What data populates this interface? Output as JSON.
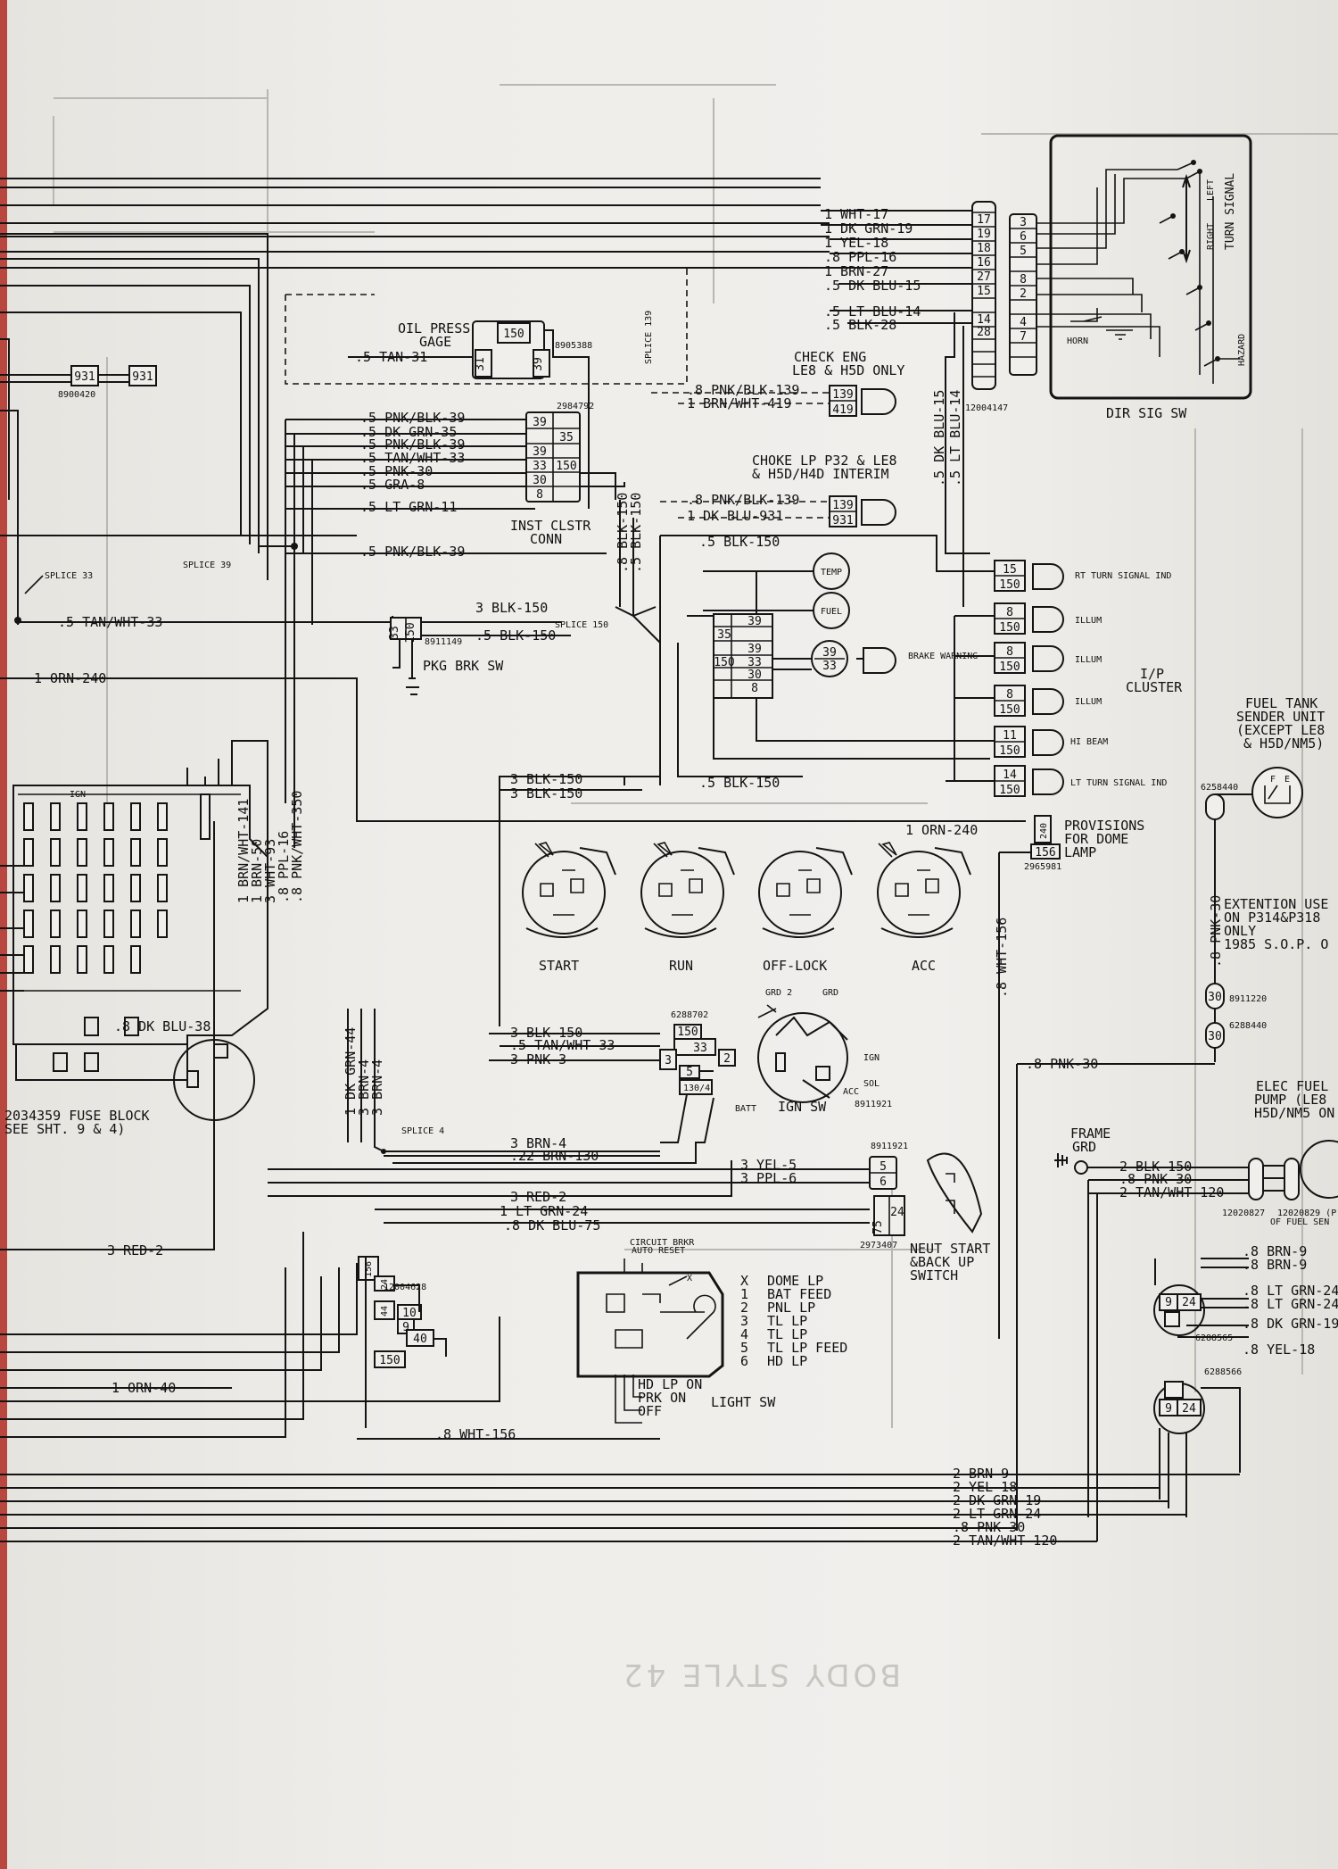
{
  "wires_top": [
    "1 WHT-17",
    "1 DK GRN-19",
    "1 YEL-18",
    ".8 PPL-16",
    "1 BRN-27",
    ".5 DK BLU-15",
    ".5 LT BLU-14",
    ".5 BLK-28"
  ],
  "dir_sig": {
    "title": "DIR SIG SW",
    "turn_signal": "TURN SIGNAL",
    "left": "LEFT",
    "right": "RIGHT",
    "hazard": "HAZARD",
    "horn": "HORN",
    "connector_id": "12004147"
  },
  "dir_sig_pins_left": [
    "17",
    "19",
    "18",
    "16",
    "27",
    "15",
    "14",
    "28"
  ],
  "dir_sig_pins_right": [
    "3",
    "6",
    "5",
    "8",
    "2",
    "4",
    "7"
  ],
  "oil_press": {
    "label_1": "OIL PRESS",
    "label_2": "GAGE",
    "pin_a": "150",
    "pin_b": "31",
    "pin_c": "39",
    "part": "8905388",
    "wire": ".5 TAN-31"
  },
  "splice_139": "SPLICE 139",
  "check_eng": {
    "label_1": "CHECK ENG",
    "label_2": "LE8 & H5D ONLY",
    "wire_a": ".8 PNK/BLK-139",
    "wire_b": "1 BRN/WHT-419",
    "pin_a": "139",
    "pin_b": "419"
  },
  "choke": {
    "label_1": "CHOKE LP P32 & LE8",
    "label_2": "& H5D/H4D INTERIM",
    "wire_a": ".8 PNK/BLK-139",
    "wire_b": "1 DK BLU-931",
    "pin_a": "139",
    "pin_b": "931"
  },
  "left_conn": {
    "a": "931",
    "b": "931",
    "part": "8900420"
  },
  "inst_clstr": {
    "label_1": "INST CLSTR",
    "label_2": "CONN",
    "part": "2984792",
    "wires": [
      ".5 PNK/BLK-39",
      ".5 DK GRN-35",
      ".5 PNK/BLK-39",
      ".5 TAN/WHT-33",
      ".5 PNK-30",
      ".5 GRA-8",
      ".5 LT GRN-11",
      ".5 PNK/BLK-39"
    ],
    "pins_left": [
      "39",
      "",
      "39",
      "33",
      "30",
      "8"
    ],
    "pins_right": [
      "",
      "35",
      "",
      "150",
      "",
      ""
    ]
  },
  "splice_39": "SPLICE 39",
  "splice_33": "SPLICE 33",
  "splice_150": "SPLICE 150",
  "splice_4": "SPLICE 4",
  "tan_wht_wire": ".5 TAN/WHT-33",
  "orn_240_wire": "1 ORN-240",
  "pkg_brk": {
    "label": "PKG BRK SW",
    "part": "8911149",
    "pin_a": "33",
    "pin_b": "150"
  },
  "blk_wires": [
    "3 BLK-150",
    ".5 BLK-150",
    ".5 BLK-150",
    ".5 BLK-150",
    "3 BLK-150",
    "3 BLK-150"
  ],
  "vert_wires": [
    ".8 BLK-150",
    ".5 BLK-150",
    ".5 DK BLU-15",
    ".5 LT BLU-14"
  ],
  "gauges": {
    "temp": "TEMP",
    "fuel": "FUEL",
    "brake": "BRAKE WARNING",
    "cluster_pins": [
      "39",
      "35",
      "39",
      "150",
      "33",
      "30",
      "8"
    ],
    "brake_pins": [
      "39",
      "33"
    ]
  },
  "ip_cluster": {
    "label_1": "I/P",
    "label_2": "CLUSTER"
  },
  "indicators": [
    {
      "pin_top": "15",
      "pin_bot": "150",
      "label": "RT TURN SIGNAL IND"
    },
    {
      "pin_top": "8",
      "pin_bot": "150",
      "label": "ILLUM"
    },
    {
      "pin_top": "8",
      "pin_bot": "150",
      "label": "ILLUM"
    },
    {
      "pin_top": "8",
      "pin_bot": "150",
      "label": "ILLUM"
    },
    {
      "pin_top": "11",
      "pin_bot": "150",
      "label": "HI BEAM"
    },
    {
      "pin_top": "14",
      "pin_bot": "150",
      "label": "LT TURN SIGNAL IND"
    }
  ],
  "fuel_tank": {
    "label_1": "FUEL TANK",
    "label_2": "SENDER UNIT",
    "label_3": "(EXCEPT LE8",
    "label_4": "& H5D/NM5)",
    "part": "6258440",
    "f": "F",
    "e": "E"
  },
  "dome": {
    "label_1": "PROVISIONS",
    "label_2": "FOR DOME",
    "label_3": "LAMP",
    "pin_a": "240",
    "pin_b": "156",
    "part": "2965981"
  },
  "extention": {
    "label_1": "EXTENTION USE",
    "label_2": "ON P314&P318",
    "label_3": "ONLY",
    "label_4": "1985 S.O.P. O",
    "wire": ".8 PNK-30",
    "pin": "30",
    "part_a": "8911220",
    "part_b": "6288440"
  },
  "fuse_block": {
    "ign": "IGN",
    "label_1": "2034359 FUSE BLOCK",
    "label_2": "SEE SHT. 9 & 4)",
    "wires": [
      "1 BRN/WHT-141",
      "1 BRN-50",
      "3 WHT-93",
      ".8 PPL-16",
      ".8 PNK/WHT-350"
    ],
    "dk_blu": ".8 DK BLU-38"
  },
  "ign_positions": [
    "START",
    "RUN",
    "OFF-LOCK",
    "ACC"
  ],
  "ign_sw": {
    "label": "IGN SW",
    "part_a": "6288702",
    "part_b": "8911921",
    "grd2": "GRD 2",
    "grd": "GRD",
    "ign": "IGN",
    "sol": "SOL",
    "acc": "ACC",
    "batt": "BATT",
    "pins": [
      "150",
      "33",
      "3",
      "2",
      "5",
      "130/4"
    ]
  },
  "ign_wires": [
    "3 BLK-150",
    ".5 TAN/WHT-33",
    "3 PNK-3"
  ],
  "left_vert": [
    "1 DK GRN-44",
    "3 BRN-4",
    "3 BRN-4"
  ],
  "brn_wires": [
    "3 BRN-4",
    ".22 BRN-130"
  ],
  "neut": {
    "label_1": "NEUT START",
    "label_2": "&BACK UP",
    "label_3": "SWITCH",
    "part_a": "8911921",
    "part_b": "2973407",
    "wires": [
      "3 YEL-5",
      "3 PPL-6",
      "3 RED-2",
      "1 LT GRN-24",
      ".8 DK BLU-75"
    ],
    "pins": [
      "5",
      "6",
      "75",
      "24"
    ]
  },
  "red_2": "3 RED-2",
  "orn_40": "1 ORN-40",
  "wht_156": ".8 WHT-156",
  "wht_156_vert": ".8 WHT-156",
  "pnk_30": ".8 PNK-30",
  "light_sw": {
    "label": "LIGHT SW",
    "breaker_1": "CIRCUIT BRKR",
    "breaker_2": "AUTO RESET",
    "part": "12004628",
    "legend": [
      {
        "k": "X",
        "v": "DOME LP"
      },
      {
        "k": "1",
        "v": "BAT FEED"
      },
      {
        "k": "2",
        "v": "PNL LP"
      },
      {
        "k": "3",
        "v": "TL LP"
      },
      {
        "k": "4",
        "v": "TL LP"
      },
      {
        "k": "5",
        "v": "TL LP FEED"
      },
      {
        "k": "6",
        "v": "HD LP"
      }
    ],
    "positions": [
      "HD LP ON",
      "PRK ON",
      "OFF"
    ],
    "conn_pins": [
      "156",
      "24",
      "44",
      "10",
      "9",
      "40",
      "150"
    ]
  },
  "frame_grd": {
    "label_1": "FRAME",
    "label_2": "GRD",
    "wires": [
      "2 BLK-150",
      ".8 PNK-30",
      "2 TAN/WHT-120"
    ],
    "part_a": "12020827",
    "part_b": "12020829 (P",
    "part_c": "OF FUEL SEN"
  },
  "elec_fuel": {
    "label_1": "ELEC FUEL",
    "label_2": "PUMP (LE8",
    "label_3": "H5D/NM5 ON"
  },
  "right_wires": [
    ".8 BRN-9",
    ".8 BRN-9",
    ".8 LT GRN-24",
    ".8 LT GRN-24",
    ".8 DK GRN-19",
    ".8 YEL-18"
  ],
  "conn_right": {
    "part_a": "6288565",
    "part_b": "6288566",
    "pins": [
      "9",
      "24"
    ]
  },
  "bottom_wires": [
    "2 BRN-9",
    "2 YEL-18",
    "2 DK GRN-19",
    "2 LT GRN-24",
    ".8 PNK-30",
    "2 TAN/WHT-120"
  ],
  "mirror_text": "BODY STYLE 42"
}
